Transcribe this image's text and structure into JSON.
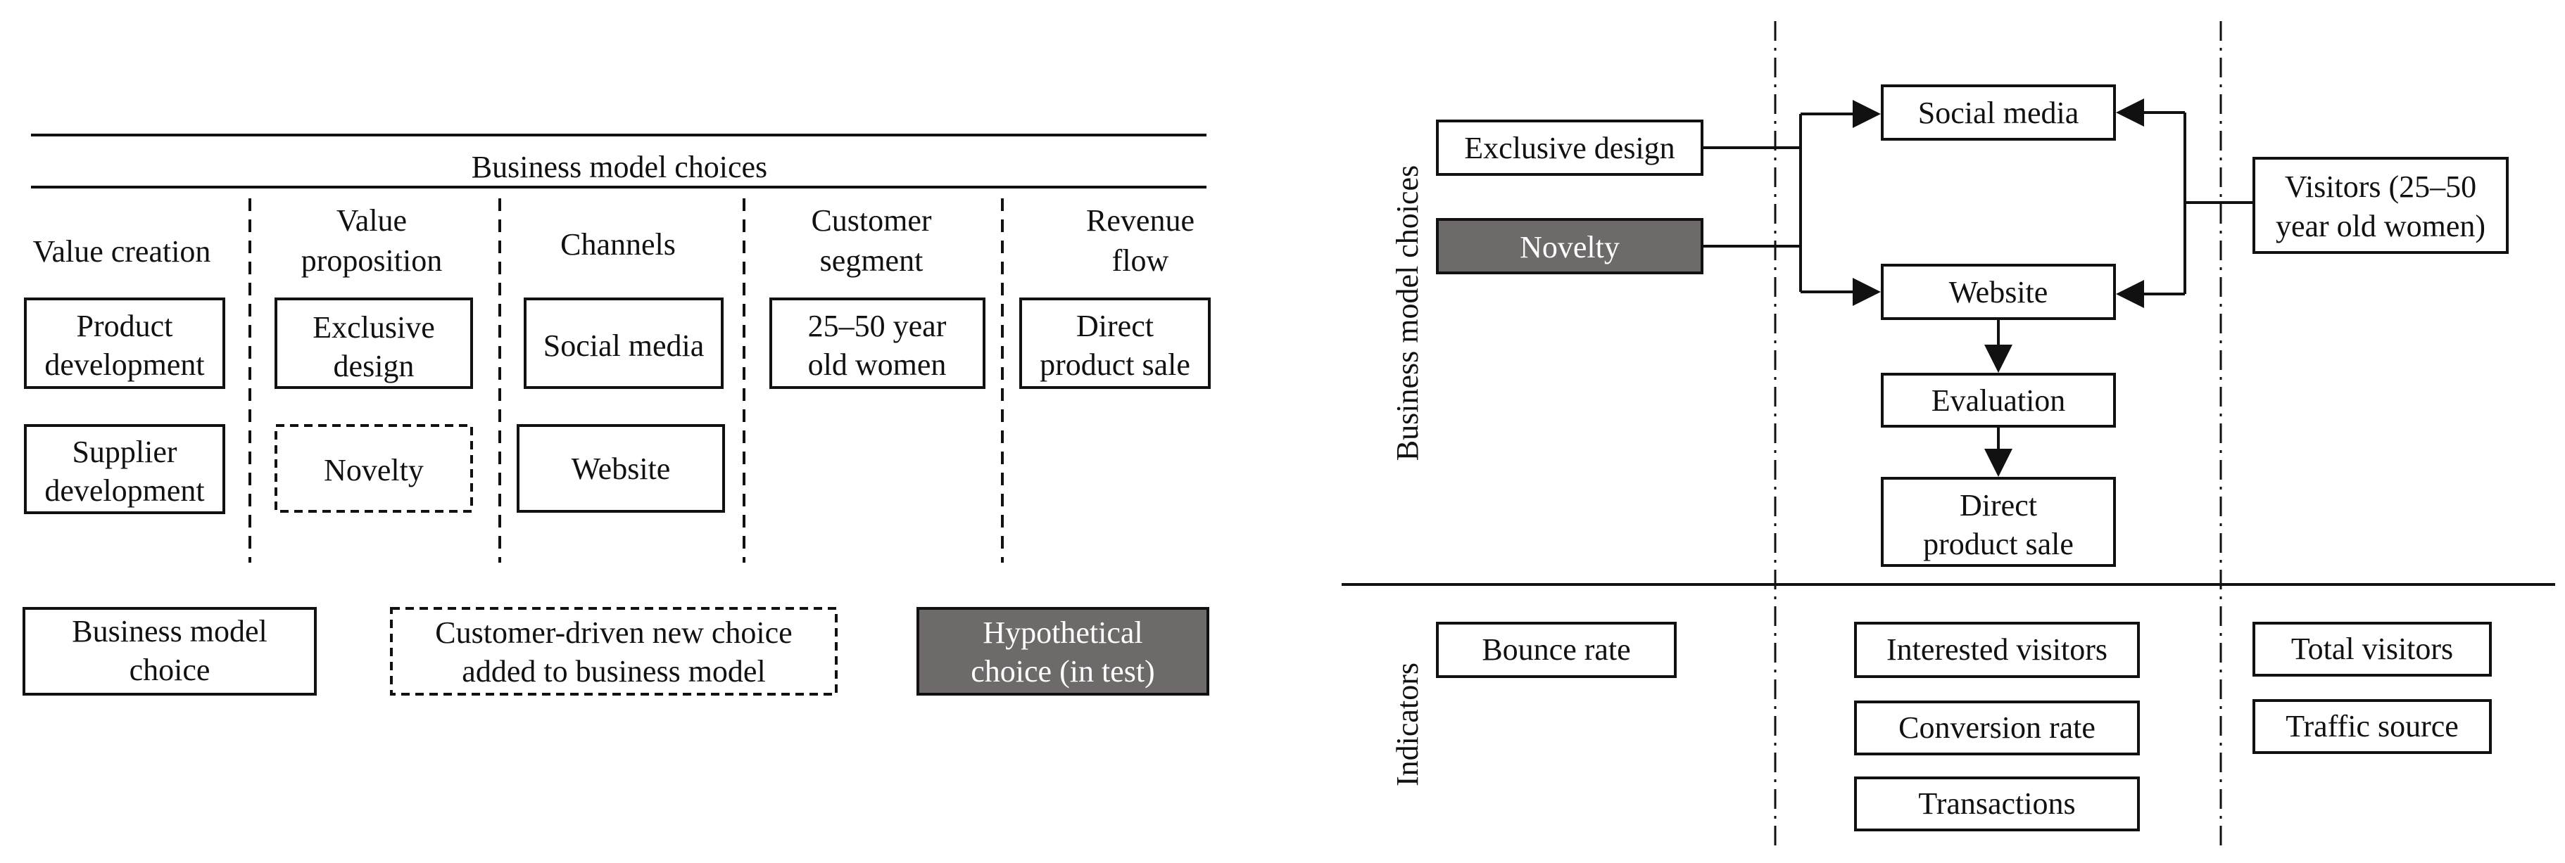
{
  "left": {
    "title": "Business model choices",
    "columns": {
      "value_creation": "Value creation",
      "value_proposition": [
        "Value",
        "proposition"
      ],
      "channels": "Channels",
      "customer_segment": [
        "Customer",
        "segment"
      ],
      "revenue_flow": [
        "Revenue",
        "flow"
      ]
    },
    "boxes": {
      "product_development": [
        "Product",
        "development"
      ],
      "supplier_development": [
        "Supplier",
        "development"
      ],
      "exclusive_design": [
        "Exclusive",
        "design"
      ],
      "novelty": "Novelty",
      "social_media": "Social media",
      "website": "Website",
      "women": [
        "25–50 year",
        "old women"
      ],
      "direct_sale": [
        "Direct",
        "product sale"
      ]
    },
    "legend": {
      "choice": [
        "Business model",
        "choice"
      ],
      "customer_driven": [
        "Customer-driven new choice",
        "added to business model"
      ],
      "hypothetical": [
        "Hypothetical",
        "choice (in test)"
      ]
    }
  },
  "right": {
    "side_label_top": "Business model choices",
    "side_label_bottom": "Indicators",
    "boxes": {
      "exclusive_design": "Exclusive design",
      "novelty": "Novelty",
      "social_media": "Social media",
      "website": "Website",
      "evaluation": "Evaluation",
      "direct_sale": [
        "Direct",
        "product sale"
      ],
      "visitors": [
        "Visitors (25–50",
        "year old women)"
      ]
    },
    "indicators": {
      "bounce_rate": "Bounce rate",
      "interested_visitors": "Interested visitors",
      "conversion_rate": "Conversion rate",
      "transactions": "Transactions",
      "total_visitors": "Total visitors",
      "traffic_source": "Traffic source"
    }
  },
  "colors": {
    "hypothetical_fill": "#6e6a6a",
    "stroke": "#111111"
  }
}
